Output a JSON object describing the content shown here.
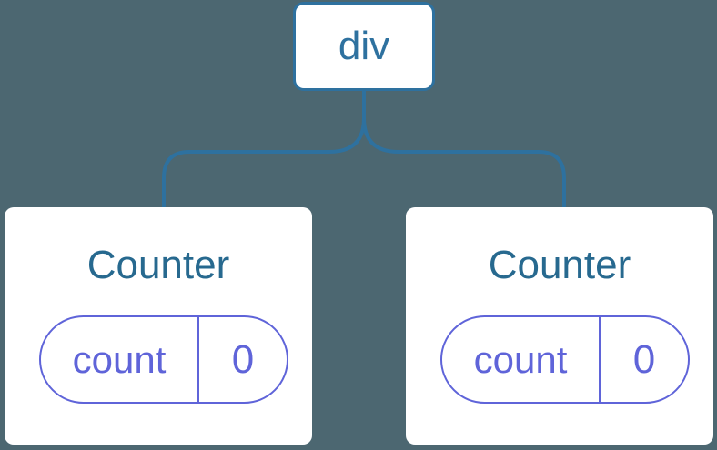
{
  "diagram": {
    "background_color": "#4C6771",
    "line_color": "#2E719F",
    "title_color": "#27698F",
    "purple_color": "#5F64D9",
    "card_color": "#FFFFFF",
    "root_node": {
      "label": "div"
    },
    "counters": [
      {
        "title": "Counter",
        "state_pill": {
          "key": "count",
          "value": "0"
        }
      },
      {
        "title": "Counter",
        "state_pill": {
          "key": "count",
          "value": "0"
        }
      }
    ]
  }
}
